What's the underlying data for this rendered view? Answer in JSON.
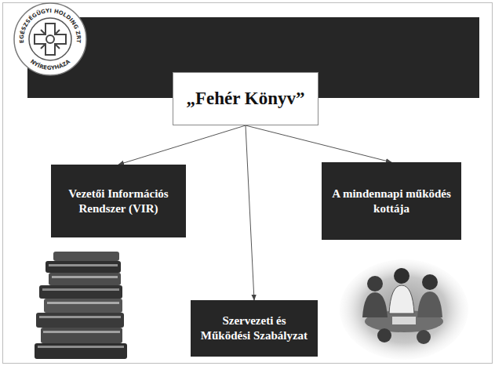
{
  "diagram": {
    "nodes": [
      {
        "text": [
          "„Fehér Könyv”"
        ]
      },
      {
        "text": [
          "Vezetői Információs Rendszer (VIR)"
        ]
      },
      {
        "text": [
          "Szervezeti és Működési Szabályzat"
        ]
      },
      {
        "text": [
          "A mindennapi működés kottája"
        ]
      }
    ],
    "edges": [
      {
        "from": 0,
        "to": 1,
        "arrow": "to"
      },
      {
        "from": 0,
        "to": 2,
        "arrow": "to"
      },
      {
        "from": 0,
        "to": 3,
        "arrow": "to"
      }
    ],
    "labels": [
      "EGÉSZSÉGÜGYI HOLDING ZRT",
      "NYÍREGYHÁZA"
    ]
  }
}
